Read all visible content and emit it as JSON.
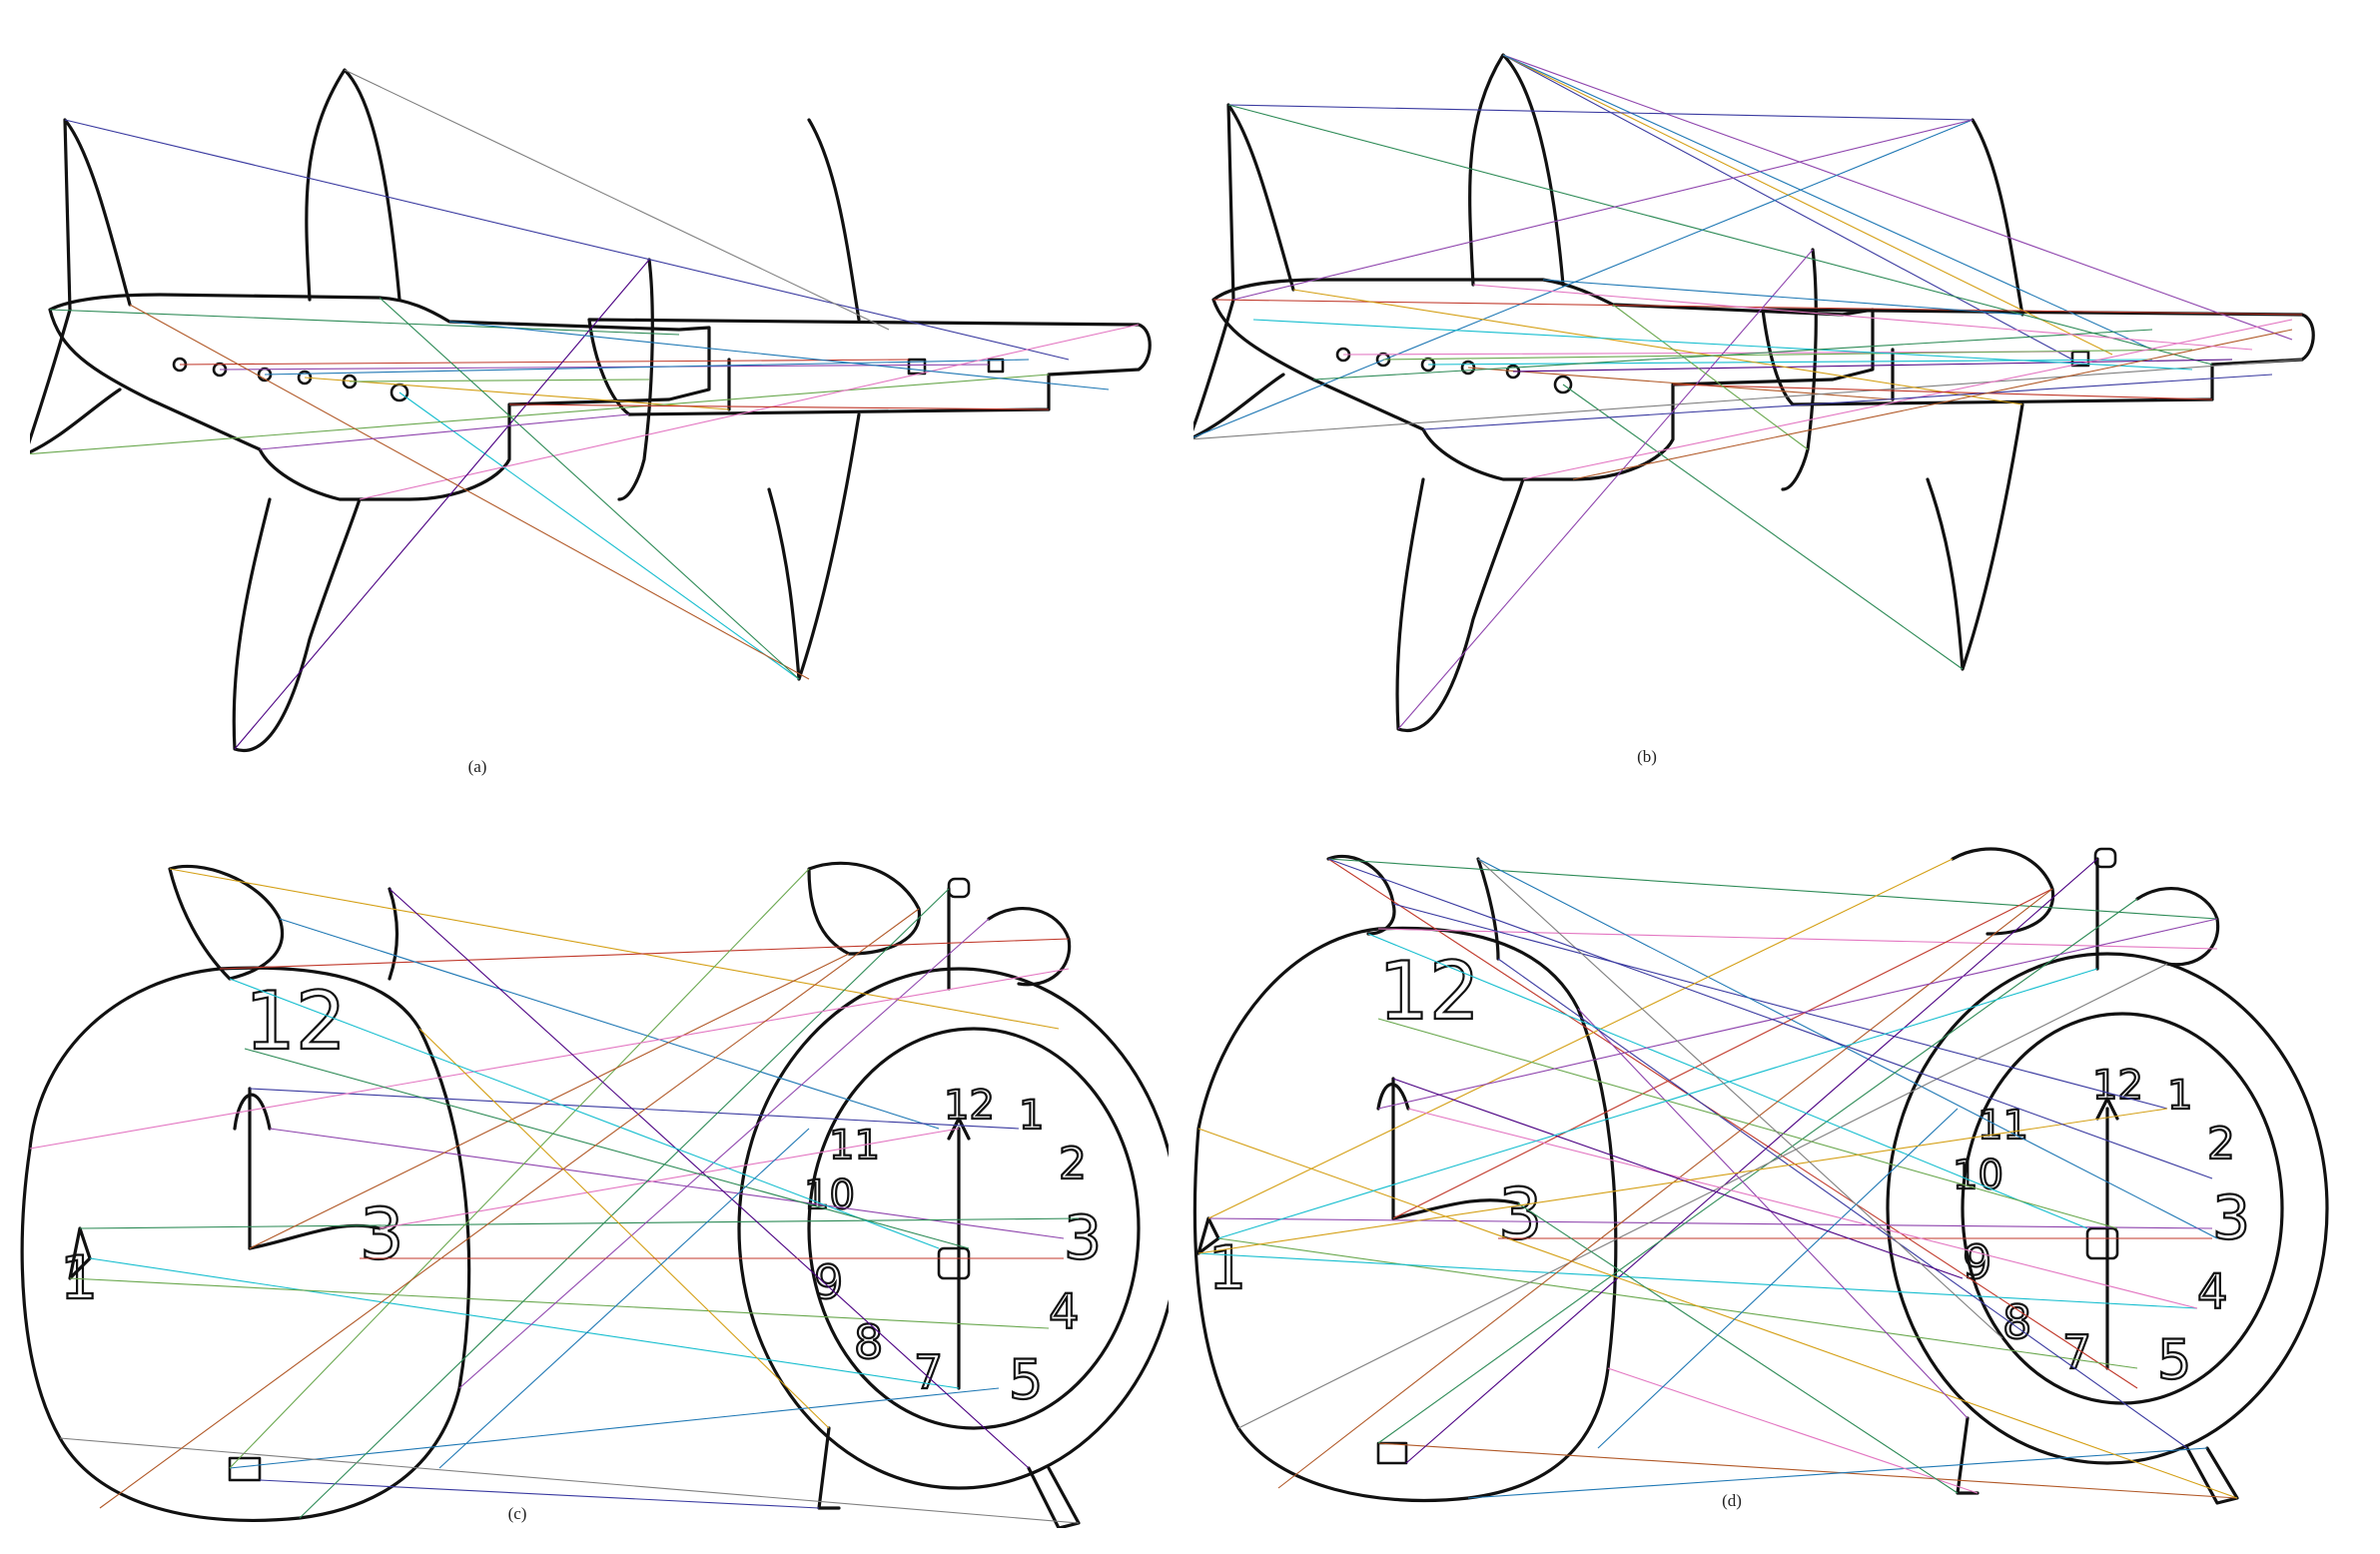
{
  "figure": {
    "panels": [
      {
        "id": "a",
        "caption": "(a)"
      },
      {
        "id": "b",
        "caption": "(b)"
      },
      {
        "id": "c",
        "caption": "(c)"
      },
      {
        "id": "d",
        "caption": "(d)"
      }
    ],
    "clock_numerals": [
      "12",
      "1",
      "2",
      "3",
      "4",
      "5",
      "7",
      "8",
      "9",
      "10",
      "11"
    ],
    "left_numerals": [
      "12",
      "1",
      "3"
    ],
    "match_line_colors": [
      "#3a3aa0",
      "#2e8b57",
      "#c0392b",
      "#8e44ad",
      "#1f78b4",
      "#d4a017",
      "#6aa84f",
      "#e377c2",
      "#17becf",
      "#7f7f7f",
      "#b15928",
      "#4b0082"
    ]
  }
}
